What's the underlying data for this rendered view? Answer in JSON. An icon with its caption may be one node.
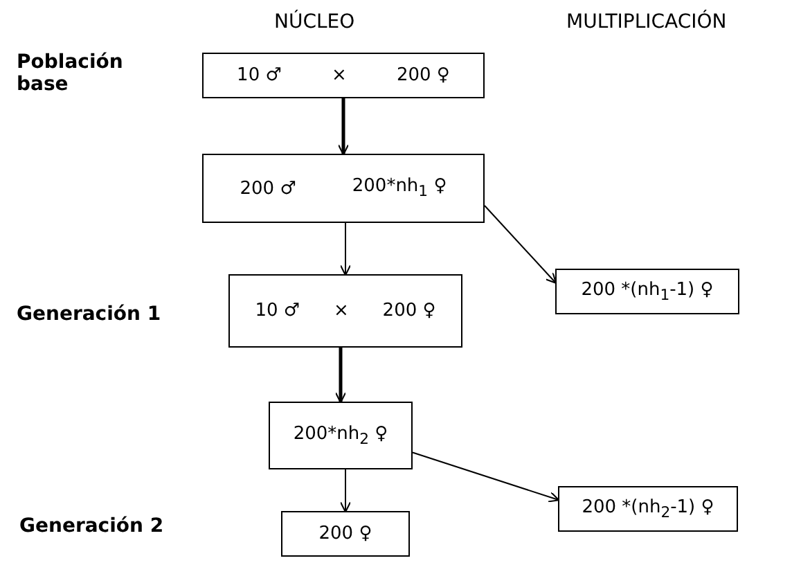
{
  "diagram": {
    "nodes": [
      {
        "text": [
          "10 ♂",
          "×",
          "200 ♀"
        ]
      },
      {
        "text": [
          "200 ♂",
          "200*nh$_{1}$ ♀"
        ]
      },
      {
        "text": [
          "200 *(nh$_{1}$-1) ♀"
        ]
      },
      {
        "text": [
          "10 ♂",
          "×",
          "200 ♀"
        ]
      },
      {
        "text": [
          "200*nh$_{2}$ ♀"
        ]
      },
      {
        "text": [
          "200 *(nh$_{2}$-1) ♀"
        ]
      },
      {
        "text": [
          "200 ♀"
        ]
      }
    ],
    "edges": [
      {
        "from": 0,
        "to": 1,
        "arrow": "to",
        "style": "thick"
      },
      {
        "from": 1,
        "to": 3,
        "arrow": "to"
      },
      {
        "from": 1,
        "to": 2,
        "arrow": "to"
      },
      {
        "from": 3,
        "to": 4,
        "arrow": "to",
        "style": "thick"
      },
      {
        "from": 4,
        "to": 6,
        "arrow": "to"
      },
      {
        "from": 4,
        "to": 5,
        "arrow": "to"
      }
    ],
    "labels": [
      "NÚCLEO",
      "MULTIPLICACIÓN",
      "Población base",
      "Generación 1",
      "Generación 2"
    ]
  }
}
